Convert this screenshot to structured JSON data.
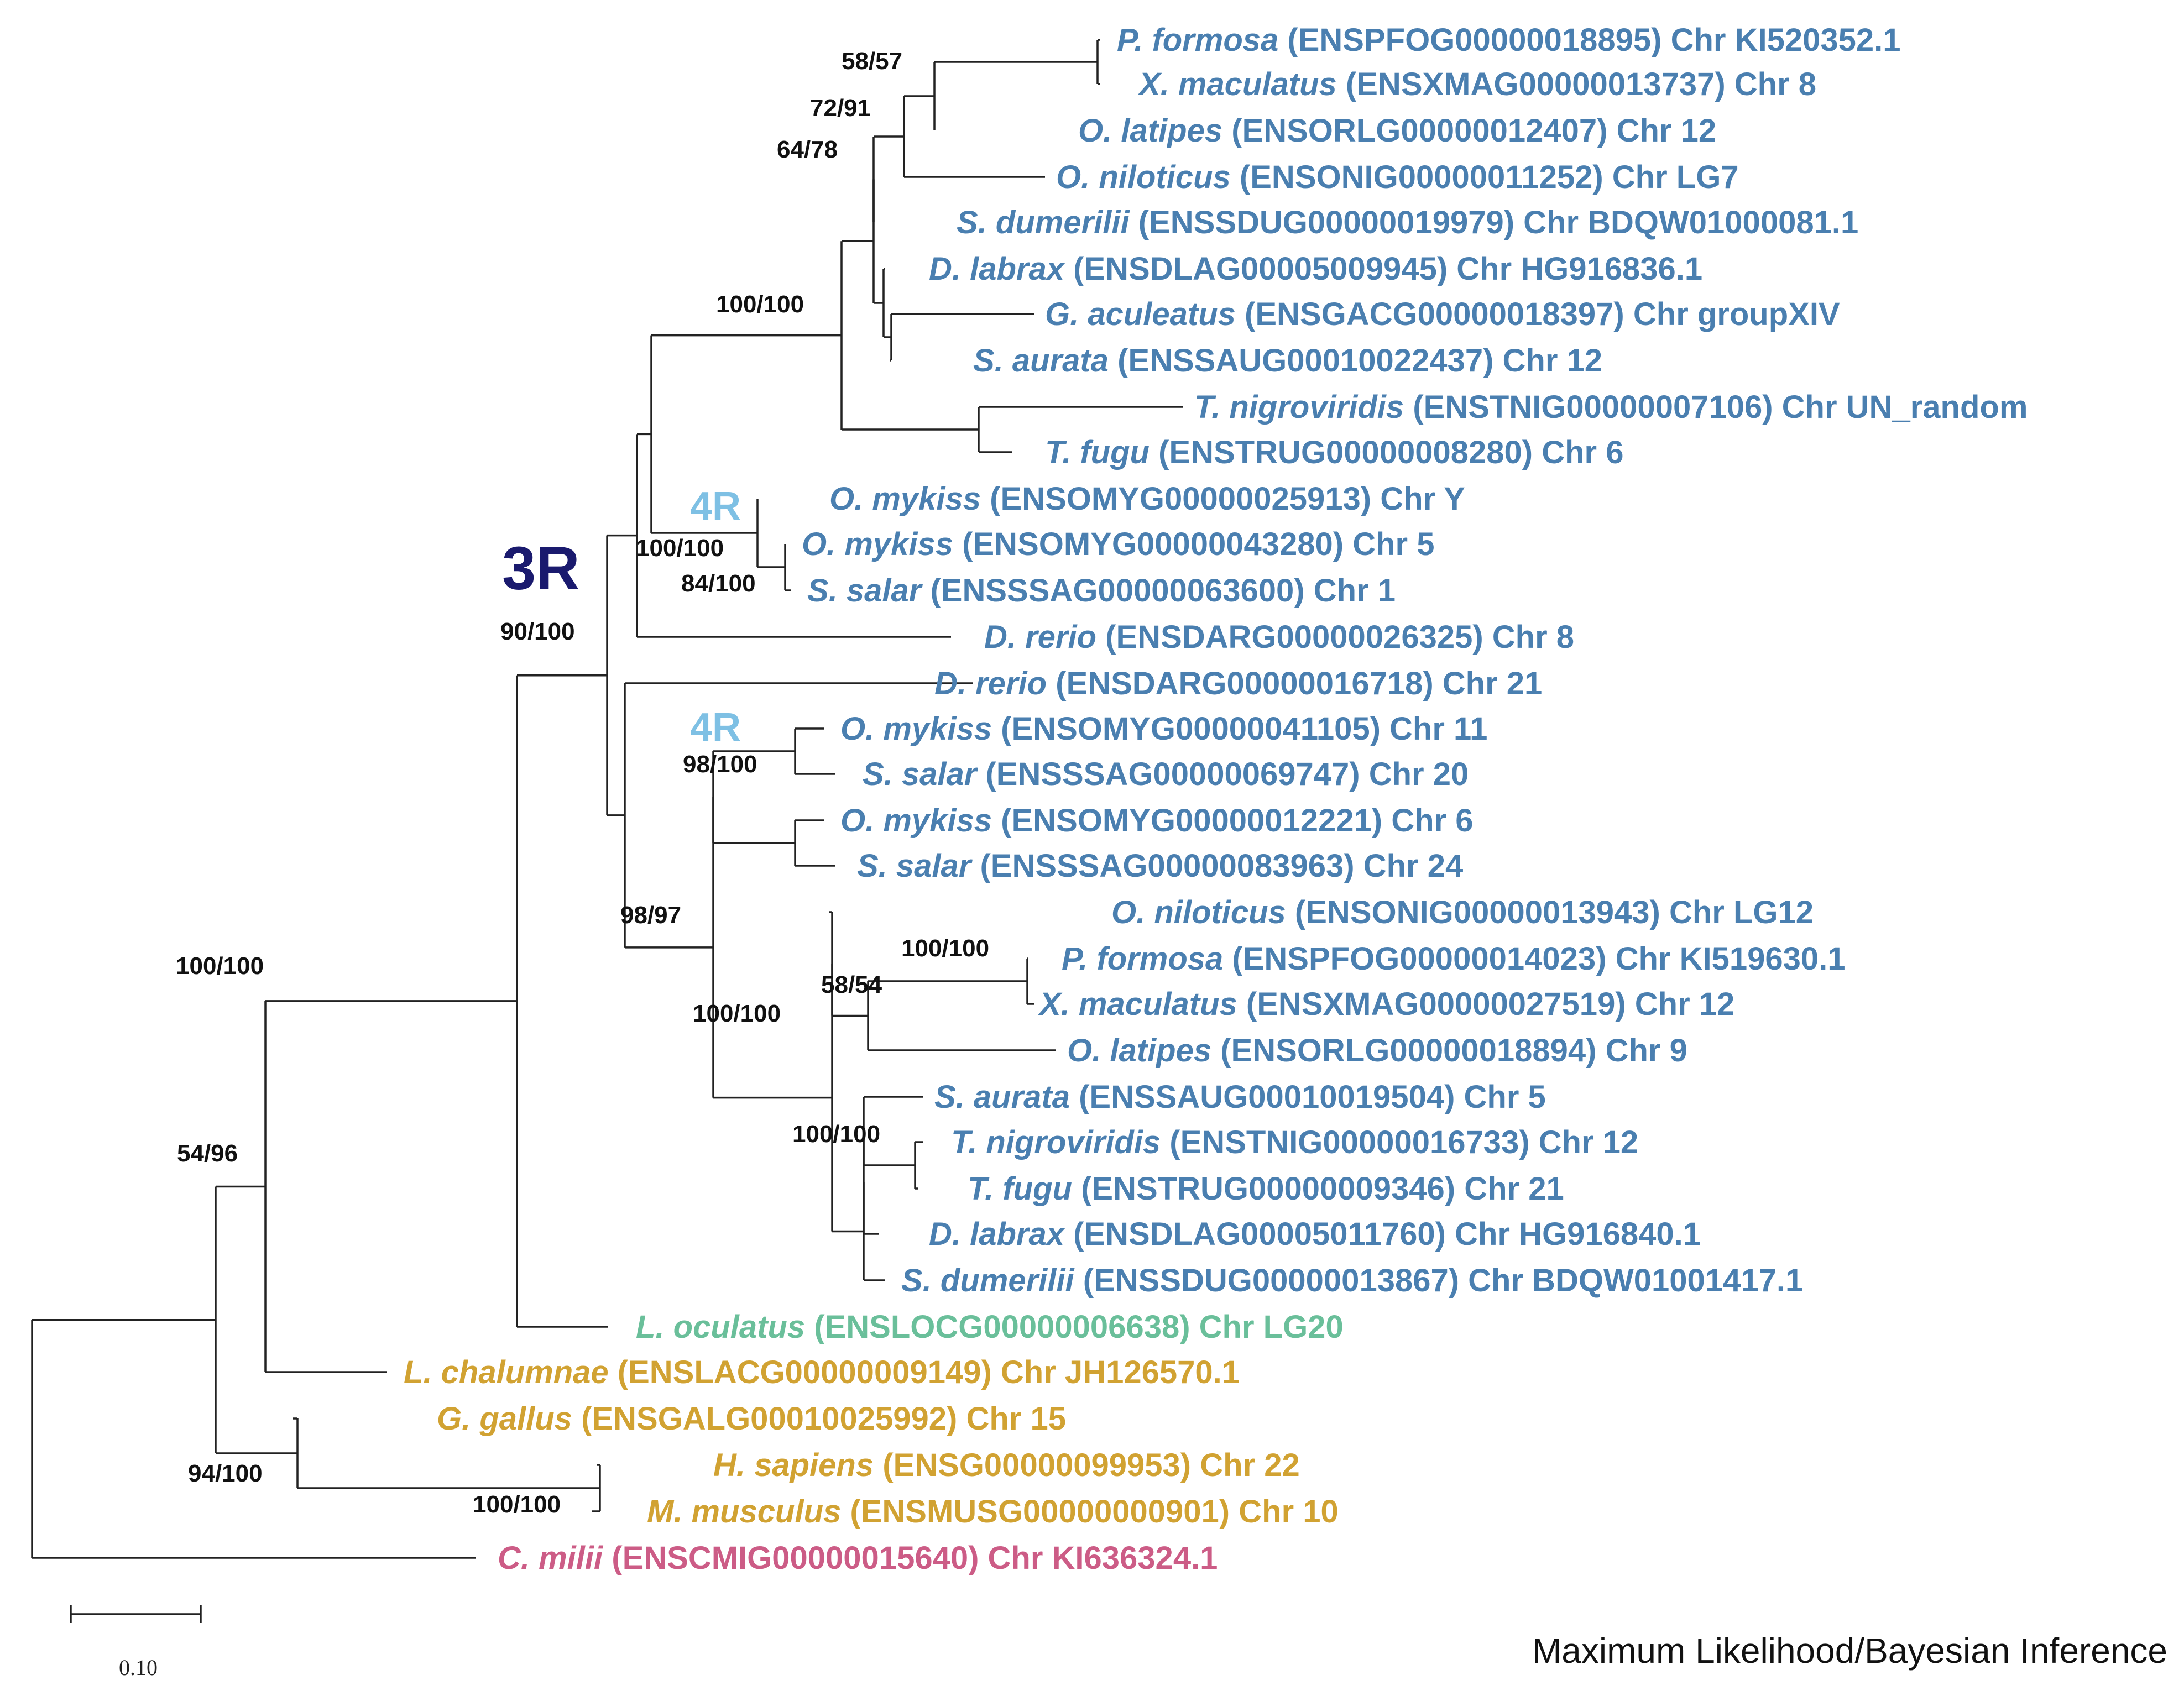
{
  "palette": {
    "teleost": "#4a7fb0",
    "holostei": "#6abf9a",
    "sarcopterygii": "#d1a232",
    "outgroup": "#cc5c86",
    "duplication_3R": "#1a1a6e",
    "duplication_4R": "#7ec0e4",
    "branch": "#222222"
  },
  "taxa": [
    {
      "species": "P. formosa",
      "gene": "(ENSPFOG00000018895)",
      "chr": "Chr KI520352.1",
      "color": "teleost"
    },
    {
      "species": "X. maculatus",
      "gene": "(ENSXMAG00000013737)",
      "chr": "Chr 8",
      "color": "teleost"
    },
    {
      "species": "O. latipes",
      "gene": "(ENSORLG00000012407)",
      "chr": "Chr 12",
      "color": "teleost"
    },
    {
      "species": "O. niloticus",
      "gene": "(ENSONIG00000011252)",
      "chr": "Chr LG7",
      "color": "teleost"
    },
    {
      "species": "S. dumerilii",
      "gene": "(ENSSDUG00000019979)",
      "chr": "Chr BDQW01000081.1",
      "color": "teleost"
    },
    {
      "species": "D. labrax",
      "gene": "(ENSDLAG00005009945)",
      "chr": "Chr HG916836.1",
      "color": "teleost"
    },
    {
      "species": "G. aculeatus",
      "gene": "(ENSGACG00000018397)",
      "chr": "Chr groupXIV",
      "color": "teleost"
    },
    {
      "species": "S. aurata",
      "gene": "(ENSSAUG00010022437)",
      "chr": "Chr 12",
      "color": "teleost"
    },
    {
      "species": "T. nigroviridis",
      "gene": "(ENSTNIG00000007106)",
      "chr": "Chr UN_random",
      "color": "teleost"
    },
    {
      "species": "T. fugu",
      "gene": "(ENSTRUG00000008280)",
      "chr": "Chr 6",
      "color": "teleost"
    },
    {
      "species": "O. mykiss",
      "gene": "(ENSOMYG00000025913)",
      "chr": "Chr Y",
      "color": "teleost"
    },
    {
      "species": "O. mykiss",
      "gene": "(ENSOMYG00000043280)",
      "chr": "Chr 5",
      "color": "teleost"
    },
    {
      "species": "S. salar",
      "gene": "(ENSSSAG00000063600)",
      "chr": "Chr 1",
      "color": "teleost"
    },
    {
      "species": "D. rerio",
      "gene": "(ENSDARG00000026325)",
      "chr": "Chr 8",
      "color": "teleost"
    },
    {
      "species": "D. rerio",
      "gene": "(ENSDARG00000016718)",
      "chr": "Chr 21",
      "color": "teleost"
    },
    {
      "species": "O. mykiss",
      "gene": "(ENSOMYG00000041105)",
      "chr": "Chr 11",
      "color": "teleost"
    },
    {
      "species": "S. salar",
      "gene": "(ENSSSAG00000069747)",
      "chr": "Chr 20",
      "color": "teleost"
    },
    {
      "species": "O. mykiss",
      "gene": "(ENSOMYG00000012221)",
      "chr": "Chr 6",
      "color": "teleost"
    },
    {
      "species": "S. salar",
      "gene": "(ENSSSAG00000083963)",
      "chr": "Chr 24",
      "color": "teleost"
    },
    {
      "species": "O. niloticus",
      "gene": "(ENSONIG00000013943)",
      "chr": "Chr LG12",
      "color": "teleost"
    },
    {
      "species": "P. formosa",
      "gene": "(ENSPFOG00000014023)",
      "chr": "Chr KI519630.1",
      "color": "teleost"
    },
    {
      "species": "X. maculatus",
      "gene": "(ENSXMAG00000027519)",
      "chr": "Chr 12",
      "color": "teleost"
    },
    {
      "species": "O. latipes",
      "gene": "(ENSORLG00000018894)",
      "chr": "Chr 9",
      "color": "teleost"
    },
    {
      "species": "S. aurata",
      "gene": "(ENSSAUG00010019504)",
      "chr": "Chr 5",
      "color": "teleost"
    },
    {
      "species": "T. nigroviridis",
      "gene": "(ENSTNIG00000016733)",
      "chr": "Chr 12",
      "color": "teleost"
    },
    {
      "species": "T. fugu",
      "gene": "(ENSTRUG00000009346)",
      "chr": "Chr 21",
      "color": "teleost"
    },
    {
      "species": "D. labrax",
      "gene": "(ENSDLAG00005011760)",
      "chr": "Chr HG916840.1",
      "color": "teleost"
    },
    {
      "species": "S. dumerilii",
      "gene": "(ENSSDUG00000013867)",
      "chr": "Chr BDQW01001417.1",
      "color": "teleost"
    },
    {
      "species": "L. oculatus",
      "gene": "(ENSLOCG00000006638)",
      "chr": "Chr LG20",
      "color": "holostei"
    },
    {
      "species": "L. chalumnae",
      "gene": "(ENSLACG00000009149)",
      "chr": "Chr JH126570.1",
      "color": "sarcopterygii"
    },
    {
      "species": "G. gallus",
      "gene": "(ENSGALG00010025992)",
      "chr": "Chr 15",
      "color": "sarcopterygii"
    },
    {
      "species": "H. sapiens",
      "gene": "(ENSG00000099953)",
      "chr": "Chr 22",
      "color": "sarcopterygii"
    },
    {
      "species": "M. musculus",
      "gene": "(ENSMUSG00000000901)",
      "chr": "Chr 10",
      "color": "sarcopterygii"
    },
    {
      "species": "C. milii",
      "gene": "(ENSCMIG00000015640)",
      "chr": "Chr KI636324.1",
      "color": "outgroup"
    }
  ],
  "support_values": [
    "58/57",
    "72/91",
    "64/78",
    "100/100",
    "100/100",
    "84/100",
    "90/100",
    "98/100",
    "98/97",
    "100/100",
    "58/54",
    "100/100",
    "100/100",
    "100/100",
    "54/96",
    "94/100",
    "100/100"
  ],
  "duplication_labels": [
    "3R",
    "4R",
    "4R"
  ],
  "scale_bar": {
    "label": "0.10",
    "value": 0.1
  },
  "method": "Maximum Likelihood/Bayesian Inference"
}
